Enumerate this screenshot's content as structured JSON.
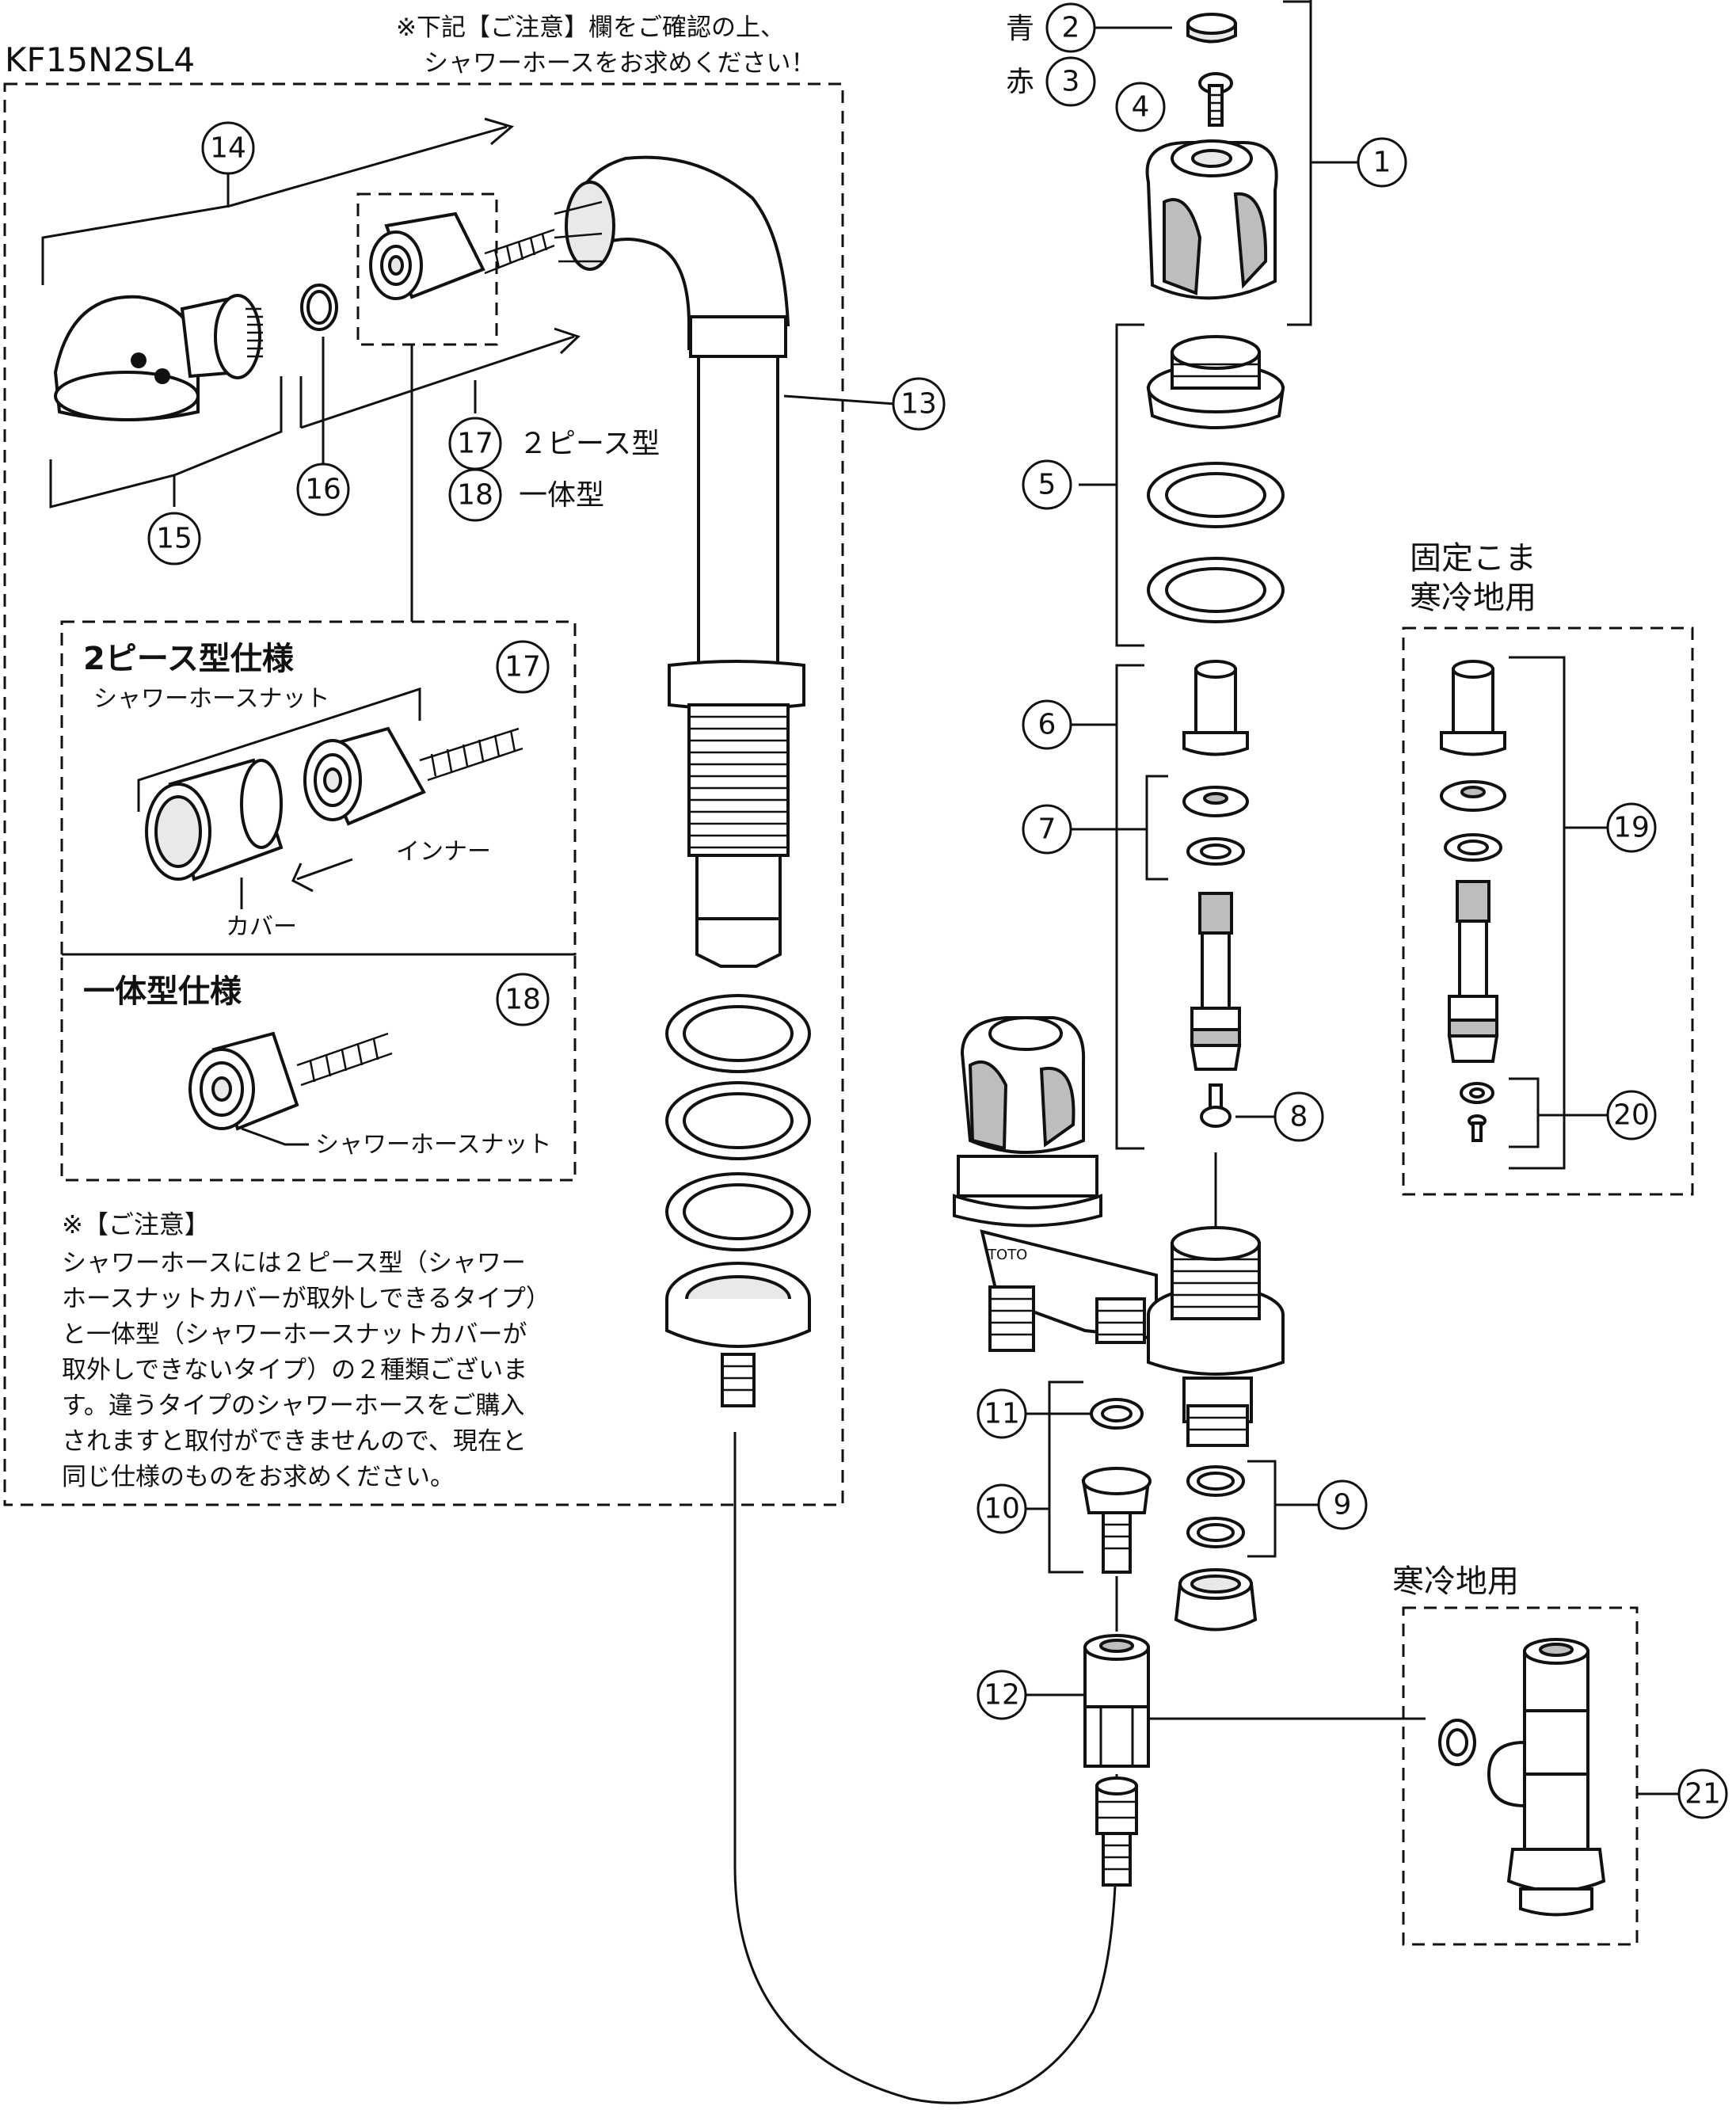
{
  "model": "KF15N2SL4",
  "top_note": [
    "※下記【ご注意】欄をご確認の上、",
    "シャワーホースをお求めください！"
  ],
  "callouts": [
    "1",
    "2",
    "3",
    "4",
    "5",
    "6",
    "7",
    "8",
    "9",
    "10",
    "11",
    "12",
    "13",
    "14",
    "15",
    "16",
    "17",
    "18",
    "19",
    "20",
    "21"
  ],
  "color_labels": {
    "blue": "青",
    "red": "赤"
  },
  "legend_17": "２ピース型",
  "legend_18": "一体型",
  "section_2piece": {
    "title": "2ピース型仕様",
    "nut_label": "シャワーホースナット",
    "inner_label": "インナー",
    "cover_label": "カバー"
  },
  "section_integrated": {
    "title": "一体型仕様",
    "nut_label": "シャワーホースナット"
  },
  "caution": {
    "title": "※【ご注意】",
    "lines": [
      "シャワーホースには２ピース型（シャワー",
      "ホースナットカバーが取外しできるタイプ）",
      "と一体型（シャワーホースナットカバーが",
      "取外しできないタイプ）の２種類ございま",
      "す。違うタイプのシャワーホースをご購入",
      "されますと取付ができませんので、現在と",
      "同じ仕様のものをお求めください。"
    ]
  },
  "fixed_cold_label": [
    "固定こま",
    "寒冷地用"
  ],
  "cold_label": "寒冷地用"
}
